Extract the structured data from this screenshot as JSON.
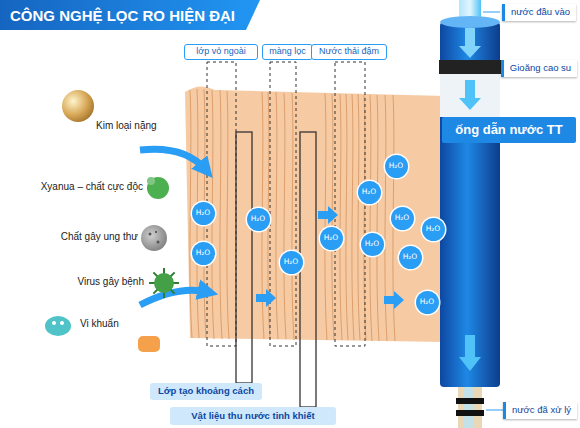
{
  "diagram": {
    "title": "CÔNG NGHỆ LỌC RO HIỆN ĐẠI",
    "nodes": [
      {
        "text": [
          "nước đầu vào"
        ]
      },
      {
        "text": [
          "lớp vỏ ngoài"
        ]
      },
      {
        "text": [
          "màng lọc"
        ]
      },
      {
        "text": [
          "Nước thải đậm"
        ]
      },
      {
        "text": [
          "Gioăng cao su"
        ]
      },
      {
        "text": [
          "ống dẫn nước TT"
        ]
      },
      {
        "text": [
          "H₂O"
        ]
      },
      {
        "text": [
          "H₂O"
        ]
      },
      {
        "text": [
          "H₂O"
        ]
      },
      {
        "text": [
          "H₂O"
        ]
      },
      {
        "text": [
          "H₂O"
        ]
      },
      {
        "text": [
          "H₂O"
        ]
      },
      {
        "text": [
          "H₂O"
        ]
      },
      {
        "text": [
          "H₂O"
        ]
      },
      {
        "text": [
          "H₂O"
        ]
      },
      {
        "text": [
          "H₂O"
        ]
      },
      {
        "text": [
          "H₂O"
        ]
      },
      {
        "text": [
          "H₂O"
        ]
      },
      {
        "text": [
          "Lớp tạo khoảng cách"
        ]
      },
      {
        "text": [
          "Vật liệu thu nước tinh khiết"
        ]
      },
      {
        "text": [
          "nước đã xử lý"
        ]
      }
    ],
    "labels": [
      "Kim loại nặng",
      "Xyanua – chất cực độc",
      "Chất gây ung thư",
      "Virus gây bệnh",
      "Vi khuẩn"
    ]
  }
}
